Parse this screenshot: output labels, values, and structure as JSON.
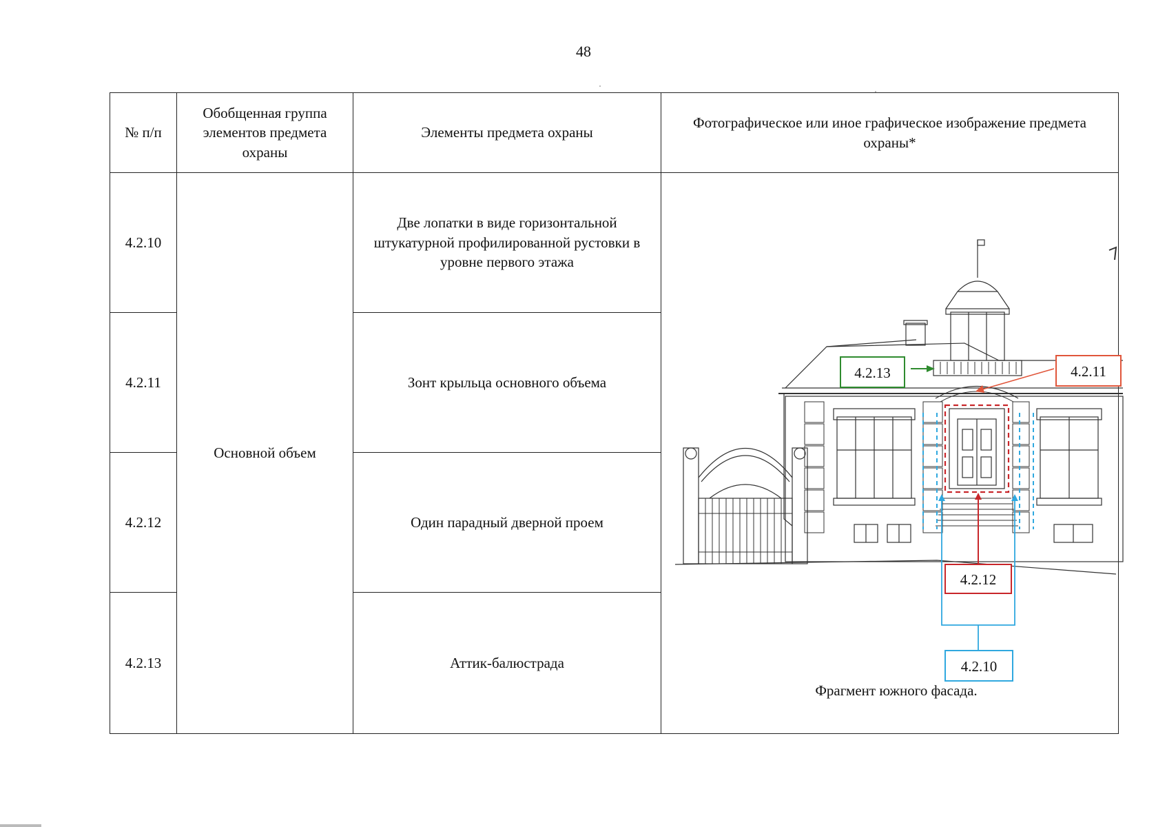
{
  "page": {
    "number": "48"
  },
  "table": {
    "headers": {
      "num": "№ п/п",
      "group": "Обобщенная группа элементов предмета охраны",
      "elements": "Элементы предмета охраны",
      "image": "Фотографическое или иное графическое изображение предмета охраны*"
    },
    "group_value": "Основной объем",
    "rows": [
      {
        "num": "4.2.10",
        "element": "Две лопатки в виде горизонтальной штукатурной профилированной рустовки в уровне первого этажа"
      },
      {
        "num": "4.2.11",
        "element": "Зонт крыльца основного объема"
      },
      {
        "num": "4.2.12",
        "element": "Один парадный дверной проем"
      },
      {
        "num": "4.2.13",
        "element": "Аттик-балюстрада"
      }
    ]
  },
  "figure": {
    "caption": "Фрагмент южного фасада.",
    "callouts": [
      {
        "label": "4.2.13",
        "color": "#2e8b2e"
      },
      {
        "label": "4.2.11",
        "color": "#e0553a"
      },
      {
        "label": "4.2.12",
        "color": "#c8262a"
      },
      {
        "label": "4.2.10",
        "color": "#2fa8df"
      }
    ]
  }
}
